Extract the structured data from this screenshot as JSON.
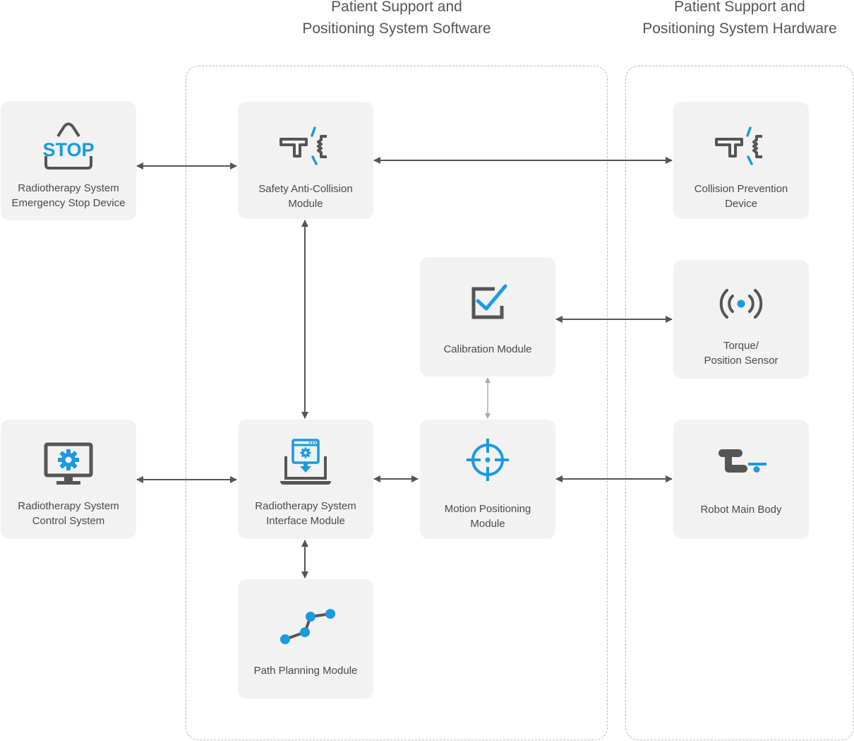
{
  "groups": {
    "software_title": "Patient Support and\nPositioning System Software",
    "hardware_title": "Patient Support and\nPositioning System Hardware"
  },
  "nodes": {
    "emergency_stop": {
      "label": "Radiotherapy System\nEmergency Stop Device",
      "icon": "stop-sign-icon",
      "icon_text": "STOP"
    },
    "control_system": {
      "label": "Radiotherapy System\nControl System",
      "icon": "monitor-gear-icon"
    },
    "anti_collision": {
      "label": "Safety Anti-Collision\nModule",
      "icon": "collision-icon"
    },
    "interface_module": {
      "label": "Radiotherapy System\nInterface Module",
      "icon": "laptop-download-icon"
    },
    "path_planning": {
      "label": "Path Planning Module",
      "icon": "path-nodes-icon"
    },
    "calibration": {
      "label": "Calibration Module",
      "icon": "checkbox-icon"
    },
    "motion_positioning": {
      "label": "Motion Positioning\nModule",
      "icon": "crosshair-icon"
    },
    "collision_device": {
      "label": "Collision Prevention\nDevice",
      "icon": "collision-icon"
    },
    "torque_sensor": {
      "label": "Torque/\nPosition Sensor",
      "icon": "sensor-signal-icon"
    },
    "robot_body": {
      "label": "Robot Main Body",
      "icon": "robot-arm-icon"
    }
  },
  "colors": {
    "accent": "#1a9ae0",
    "icon_gray": "#555555",
    "card_bg": "#f2f2f2",
    "arrow": "#555555",
    "arrow_light": "#aaaaaa",
    "dash": "#b9b9b9"
  }
}
